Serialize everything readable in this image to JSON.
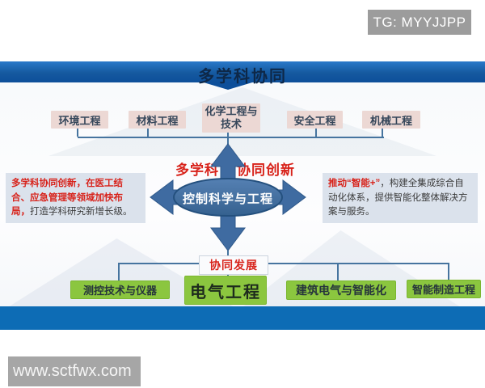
{
  "badge": {
    "text": "TG: MYYJJPP"
  },
  "banner": {
    "title": "多学科协同"
  },
  "top_disciplines": [
    {
      "label": "环境工程"
    },
    {
      "label": "材料工程"
    },
    {
      "label": "化学工程与技术"
    },
    {
      "label": "安全工程"
    },
    {
      "label": "机械工程"
    }
  ],
  "center": {
    "label": "控制科学与工程",
    "annotation_left": "多学科",
    "annotation_right": "协同创新"
  },
  "left_note": {
    "highlight": "多学科协同创新，在医工结合、应急管理等领域加快布局，",
    "rest": "打造学科研究新增长级。"
  },
  "right_note": {
    "highlight": "推动“智能+”",
    "rest": "，构建全集成综合自动化体系，提供智能化整体解决方案与服务。"
  },
  "bottom_hub": {
    "label": "协同发展"
  },
  "bottom_disciplines": [
    {
      "label": "测控技术与仪器"
    },
    {
      "label": "电气工程"
    },
    {
      "label": "建筑电气与智能化"
    },
    {
      "label": "智能制造工程"
    }
  ],
  "watermark": {
    "text": "www.sctfwx.com"
  },
  "colors": {
    "banner_blue": "#0d4f9a",
    "arrow_blue": "#3f6ba1",
    "connector_blue": "#46749f",
    "pink_box": "#ecd8d4",
    "green_box": "#8bc63f",
    "note_bg": "#dbe2ec",
    "accent_red": "#d8231b",
    "bottom_band_blue": "#0d6cb5",
    "badge_gray": "#9c9c9c"
  }
}
